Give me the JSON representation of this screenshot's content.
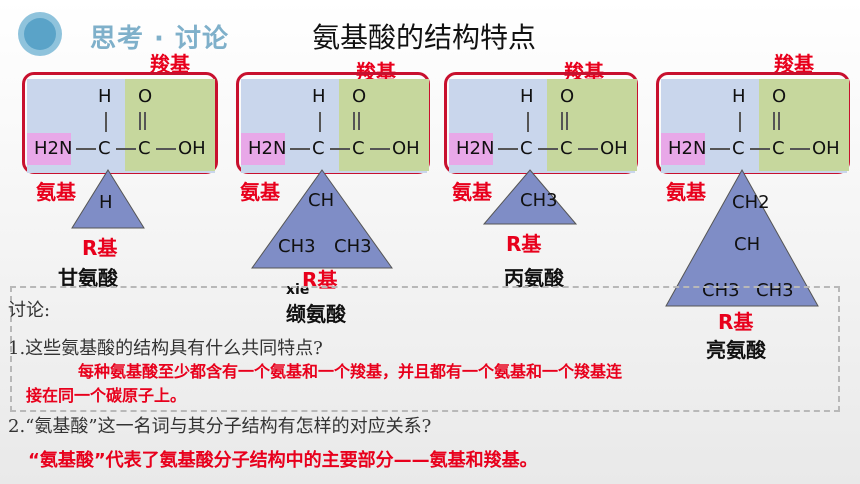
{
  "header": {
    "tag": "思考 · 讨论",
    "title": "氨基酸的结构特点"
  },
  "labels": {
    "carboxyl": "羧基",
    "amino": "氨基",
    "r_group": "R基"
  },
  "atoms": {
    "H": "H",
    "O": "O",
    "C": "C",
    "N": "N",
    "OH": "OH",
    "NH2": "H2N",
    "eq": "||"
  },
  "acids": [
    {
      "name": "甘氨酸",
      "r": [
        "H"
      ]
    },
    {
      "name": "缬氨酸",
      "r": [
        "CH",
        "CH3",
        "CH3"
      ],
      "note": "xie"
    },
    {
      "name": "丙氨酸",
      "r": [
        "CH3"
      ]
    },
    {
      "name": "亮氨酸",
      "r": [
        "CH2",
        "CH",
        "CH3",
        "CH3"
      ]
    }
  ],
  "discussion": {
    "heading": "讨论:",
    "q1": "1.这些氨基酸的结构具有什么共同特点?",
    "a1_line1": "每种氨基酸至少都含有一个氨基和一个羧基，并且都有一个氨基和一个羧基连",
    "a1_line2": "接在同一个碳原子上。",
    "q2": "2.“氨基酸”这一名词与其分子结构有怎样的对应关系?",
    "a2": "“氨基酸”代表了氨基酸分子结构中的主要部分——氨基和羧基。"
  }
}
